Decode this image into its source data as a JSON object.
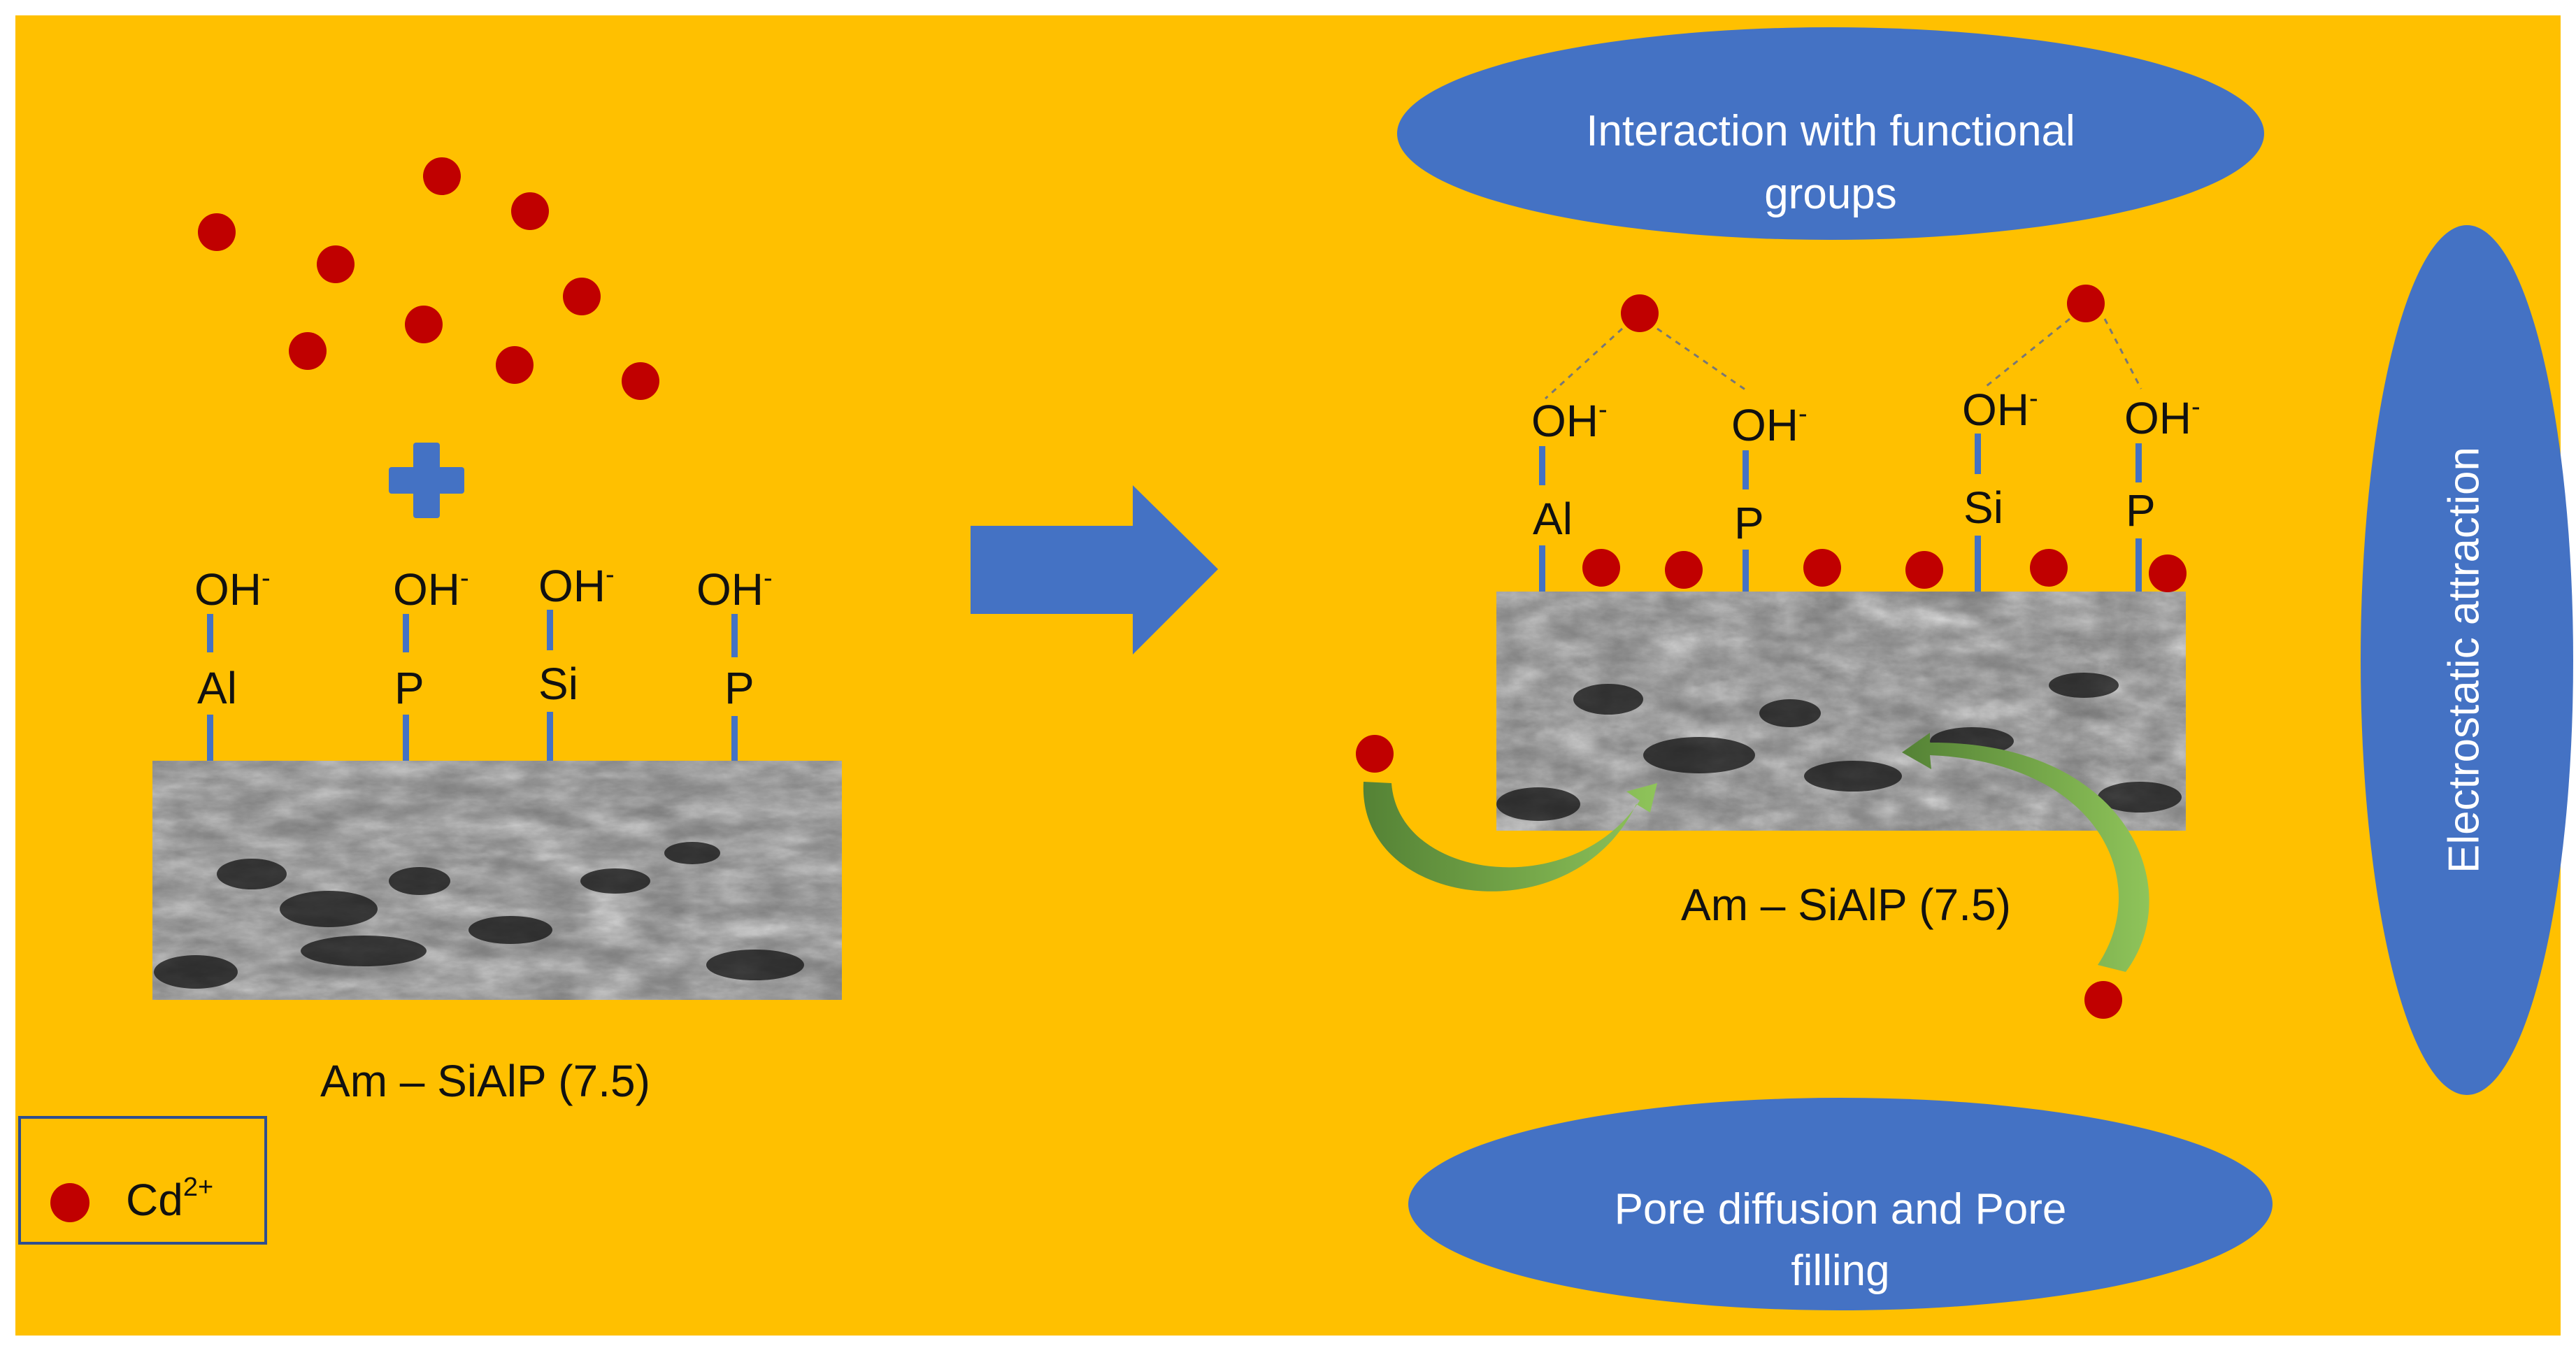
{
  "colors": {
    "background": "#FFC000",
    "accent_blue": "#4472C4",
    "ion_red": "#C00000",
    "arrow_green": "#548235",
    "surface_gray": "#5a5a5a"
  },
  "left_panel": {
    "groups": [
      {
        "oh": "OH",
        "charge": "-",
        "atom": "Al"
      },
      {
        "oh": "OH",
        "charge": "-",
        "atom": "P"
      },
      {
        "oh": "OH",
        "charge": "-",
        "atom": "Si"
      },
      {
        "oh": "OH",
        "charge": "-",
        "atom": "P"
      }
    ],
    "caption": "Am – SiAlP (7.5)"
  },
  "legend": {
    "symbol": "Cd",
    "charge": "2+"
  },
  "right_panel": {
    "groups": [
      {
        "oh": "OH",
        "charge": "-",
        "atom": "Al"
      },
      {
        "oh": "OH",
        "charge": "-",
        "atom": "P"
      },
      {
        "oh": "OH",
        "charge": "-",
        "atom": "Si"
      },
      {
        "oh": "OH",
        "charge": "-",
        "atom": "P"
      }
    ],
    "caption": "Am – SiAlP (7.5)"
  },
  "ellipses": {
    "top": {
      "line1": "Interaction with functional",
      "line2": "groups"
    },
    "bottom": {
      "line1": "Pore diffusion and Pore",
      "line2": "filling"
    },
    "right": {
      "text": "Electrostatic attraction"
    }
  },
  "icons": {
    "plus": "plus-icon",
    "process_arrow": "arrow-right-icon",
    "ion": "cadmium-ion-dot",
    "curved_arrow": "curved-arrow-icon"
  }
}
